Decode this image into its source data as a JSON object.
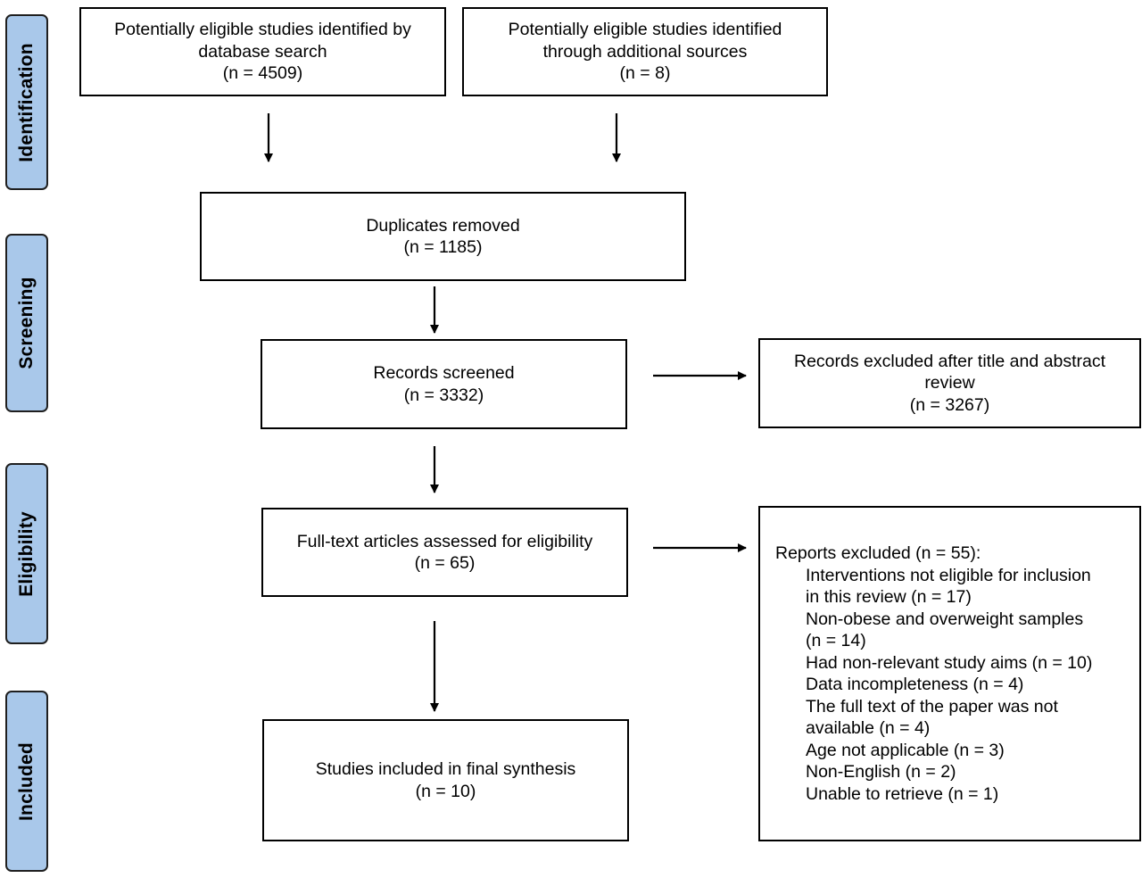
{
  "stages": [
    {
      "label": "Identification"
    },
    {
      "label": "Screening"
    },
    {
      "label": "Eligibility"
    },
    {
      "label": "Included"
    }
  ],
  "boxes": {
    "database_search": {
      "lines": [
        "Potentially eligible studies identified by",
        "database search"
      ],
      "count": "(n = 4509)"
    },
    "additional_sources": {
      "lines": [
        "Potentially eligible studies identified",
        "through additional sources"
      ],
      "count": "(n = 8)"
    },
    "duplicates": {
      "lines": [
        "Duplicates removed"
      ],
      "count": "(n = 1185)"
    },
    "screened": {
      "lines": [
        "Records screened"
      ],
      "count": "(n = 3332)"
    },
    "excluded_title": {
      "lines": [
        "Records excluded after title and abstract",
        "review"
      ],
      "count": "(n = 3267)"
    },
    "fulltext": {
      "lines": [
        "Full-text articles assessed for eligibility"
      ],
      "count": "(n = 65)"
    },
    "included": {
      "lines": [
        "Studies included in final synthesis"
      ],
      "count": "(n = 10)"
    },
    "reports_excluded": {
      "heading": "Reports excluded (n = 55):",
      "items": [
        "Interventions not eligible for inclusion",
        "in this review (n = 17)",
        "Non-obese and overweight samples",
        "(n = 14)",
        "Had non-relevant study aims (n = 10)",
        "Data incompleteness (n = 4)",
        "The full text of the paper was not",
        "available (n = 4)",
        "Age not applicable (n = 3)",
        "Non-English (n = 2)",
        "Unable to retrieve (n = 1)"
      ]
    }
  }
}
